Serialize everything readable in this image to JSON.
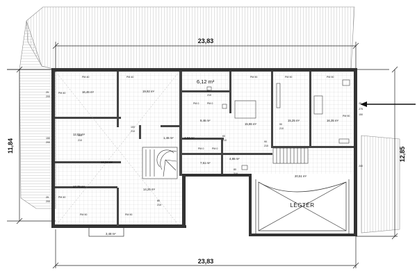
{
  "dimensions": {
    "top_width": "23,83",
    "bottom_width": "23,83",
    "left_height": "11,84",
    "right_height": "12,85"
  },
  "void_label": "LÉGTÉR",
  "rooms": {
    "r1": "16,46 m²",
    "r2": "19,92 m²",
    "r3": "6,12 m²",
    "r4": "9,46 m²",
    "r5": "15,86 m²",
    "r6": "15,25 m²",
    "r7": "16,35 m²",
    "r8": "12,02 m²",
    "r9": "1,46 m²",
    "r10": "4,53 m²",
    "r11": "14,34 m²",
    "r12": "7,51 m²",
    "r13": "4,86 m²",
    "r14": "20,51 m²",
    "r15": "17,79 m²",
    "r16": "14,25 m²",
    "r17": "3,48 m²"
  },
  "window_labels": {
    "w1": "PM 40",
    "w2": "PM 40",
    "w3": "PM 90",
    "w4": "PM 90",
    "w5": "PM 0",
    "w6": "PM 0",
    "w7": "PM 90",
    "w8": "PM 90",
    "w9": "PM 0",
    "w10": "PM 0",
    "w11": "PM 40",
    "w12": "PM 40",
    "w13": "PM 90",
    "w14": "PM 90"
  },
  "small_dims": {
    "d1": "200",
    "d2": "25",
    "d3": "150",
    "d4": "200",
    "d5": "25",
    "d6": "200",
    "d7": "25",
    "d8": "275",
    "d9": "150",
    "d10": "240",
    "d11": "100",
    "d12": "210",
    "d13": "100",
    "d14": "210",
    "d15": "60",
    "d16": "210",
    "d17": "80",
    "d18": "210",
    "d19": "90",
    "d20": "210",
    "d21": "90",
    "d22": "210",
    "d23": "80",
    "d24": "210",
    "d25": "80",
    "d26": "210"
  },
  "colors": {
    "line": "#222222",
    "hatch": "#9a9a9a",
    "wall": "#333333",
    "tile": "#b5b5b5"
  }
}
